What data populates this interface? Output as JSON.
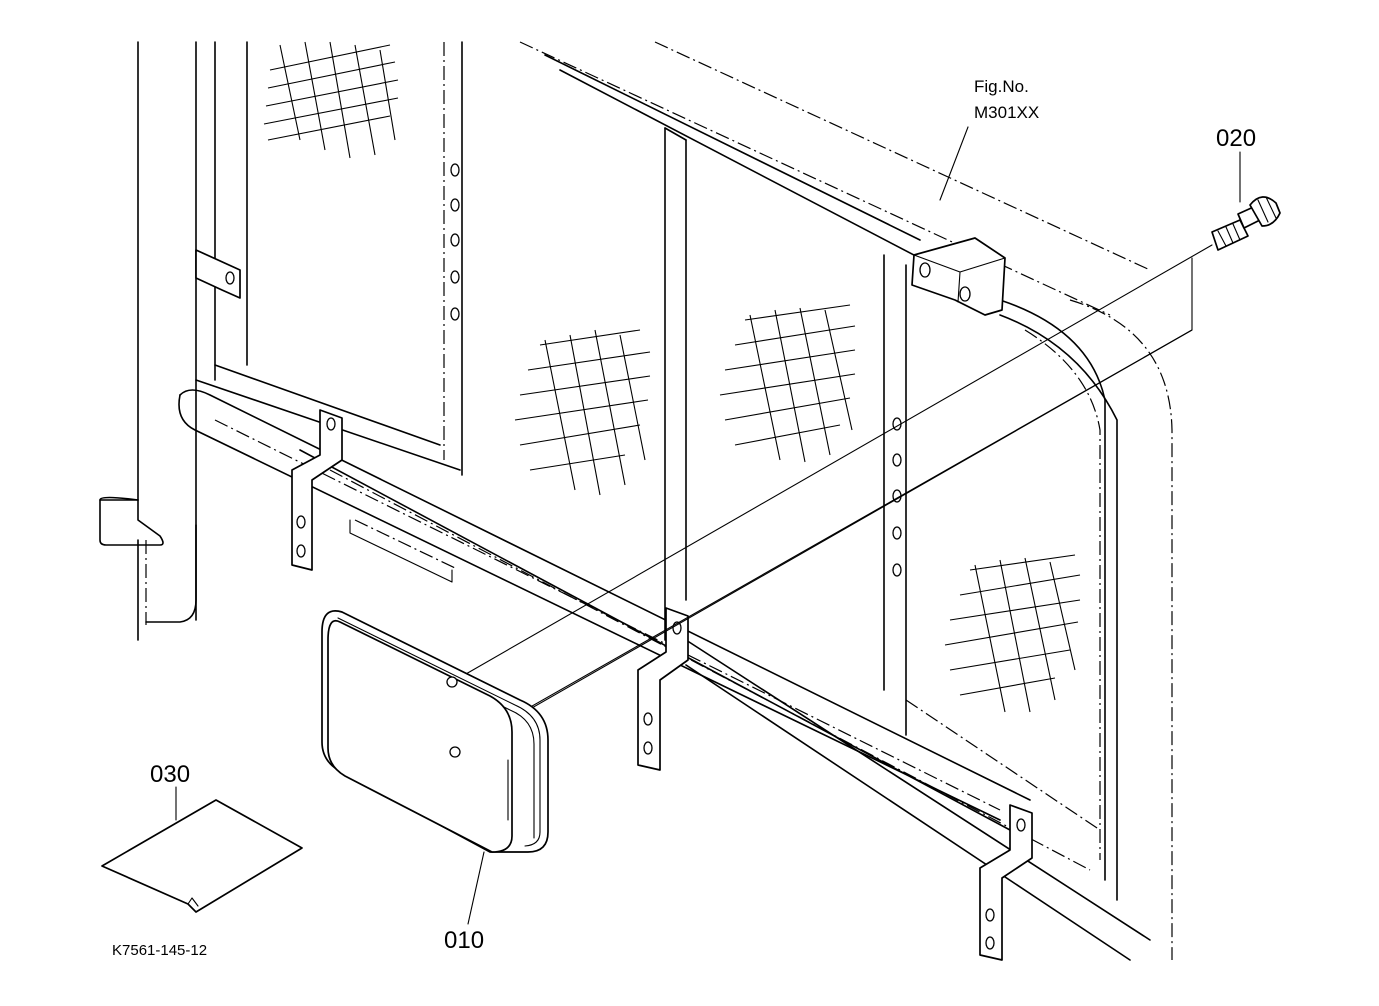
{
  "figure": {
    "fig_label": "Fig.No.",
    "fig_number": "M301XX",
    "drawing_code": "K7561-145-12"
  },
  "callouts": {
    "part_010": "010",
    "part_020": "020",
    "part_030": "030"
  }
}
